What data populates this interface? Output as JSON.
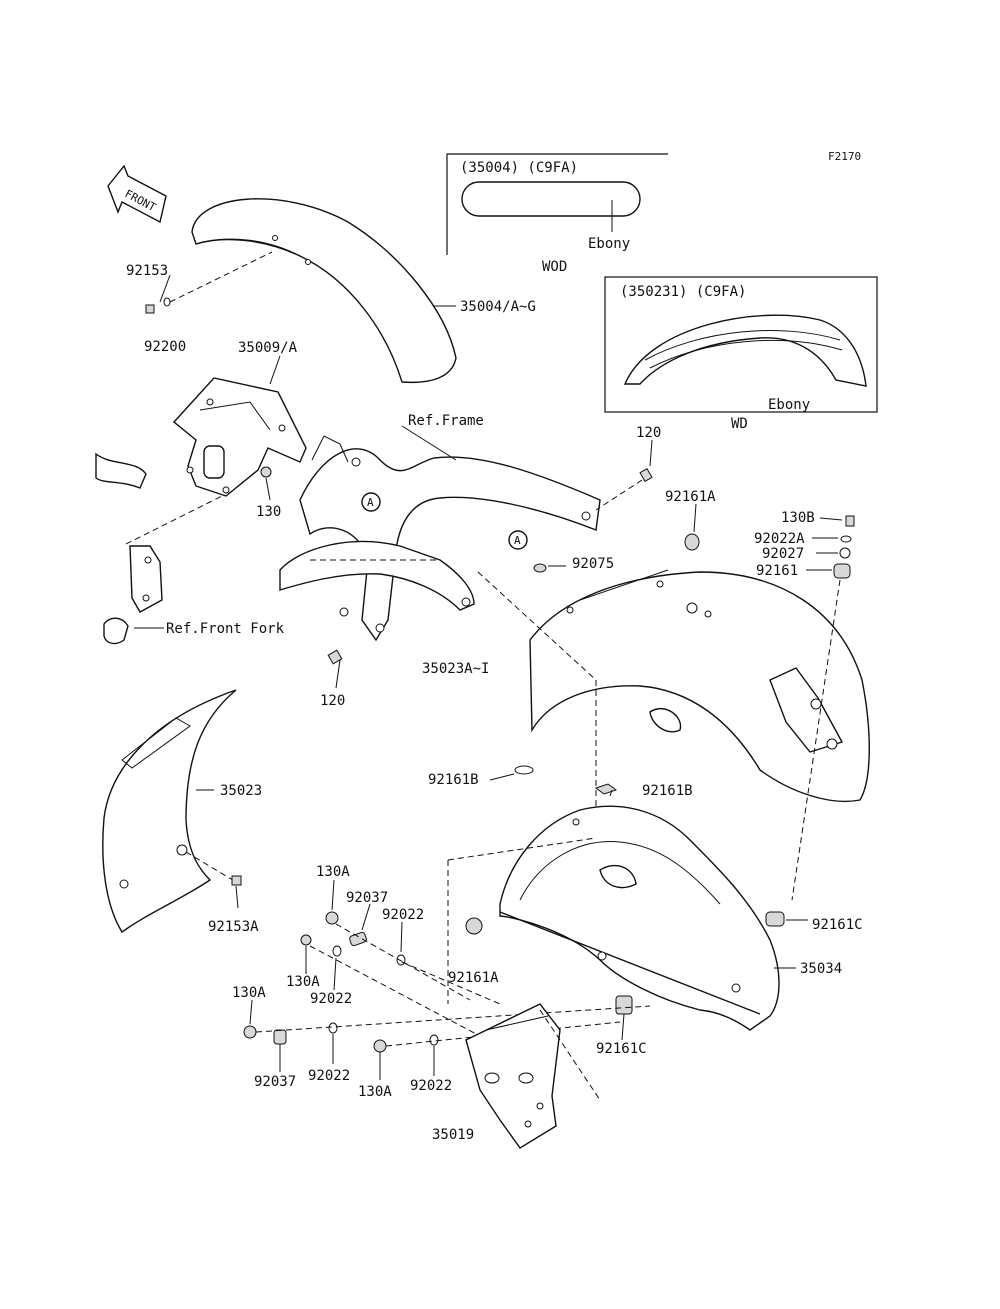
{
  "figure_code": "F2170",
  "front_arrow": "FRONT",
  "inset_top": {
    "header": "(35004) (C9FA)",
    "color": "Ebony",
    "model": "WOD"
  },
  "inset_right": {
    "header": "(350231) (C9FA)",
    "color": "Ebony",
    "model": "WD"
  },
  "refs": {
    "frame": "Ref.Frame",
    "front_fork": "Ref.Front Fork",
    "circle_a": "A"
  },
  "callouts": [
    {
      "id": "92153",
      "text": "92153"
    },
    {
      "id": "35004",
      "text": "35004/A~G"
    },
    {
      "id": "92200",
      "text": "92200"
    },
    {
      "id": "35009",
      "text": "35009/A"
    },
    {
      "id": "130",
      "text": "130"
    },
    {
      "id": "120-top",
      "text": "120"
    },
    {
      "id": "120-bottom",
      "text": "120"
    },
    {
      "id": "92161A-top",
      "text": "92161A"
    },
    {
      "id": "130B",
      "text": "130B"
    },
    {
      "id": "92022A",
      "text": "92022A"
    },
    {
      "id": "92027",
      "text": "92027"
    },
    {
      "id": "92161",
      "text": "92161"
    },
    {
      "id": "92075",
      "text": "92075"
    },
    {
      "id": "35023AI",
      "text": "35023A~I"
    },
    {
      "id": "35023",
      "text": "35023"
    },
    {
      "id": "92161B-left",
      "text": "92161B"
    },
    {
      "id": "92161B-right",
      "text": "92161B"
    },
    {
      "id": "92153A",
      "text": "92153A"
    },
    {
      "id": "130A-1",
      "text": "130A"
    },
    {
      "id": "92037-1",
      "text": "92037"
    },
    {
      "id": "92022-1",
      "text": "92022"
    },
    {
      "id": "92161A-mid",
      "text": "92161A"
    },
    {
      "id": "92161C-right",
      "text": "92161C"
    },
    {
      "id": "35034",
      "text": "35034"
    },
    {
      "id": "130A-2",
      "text": "130A"
    },
    {
      "id": "92022-2",
      "text": "92022"
    },
    {
      "id": "130A-3",
      "text": "130A"
    },
    {
      "id": "92037-2",
      "text": "92037"
    },
    {
      "id": "92022-3",
      "text": "92022"
    },
    {
      "id": "130A-4",
      "text": "130A"
    },
    {
      "id": "92022-4",
      "text": "92022"
    },
    {
      "id": "92161C-bottom",
      "text": "92161C"
    },
    {
      "id": "35019",
      "text": "35019"
    }
  ]
}
